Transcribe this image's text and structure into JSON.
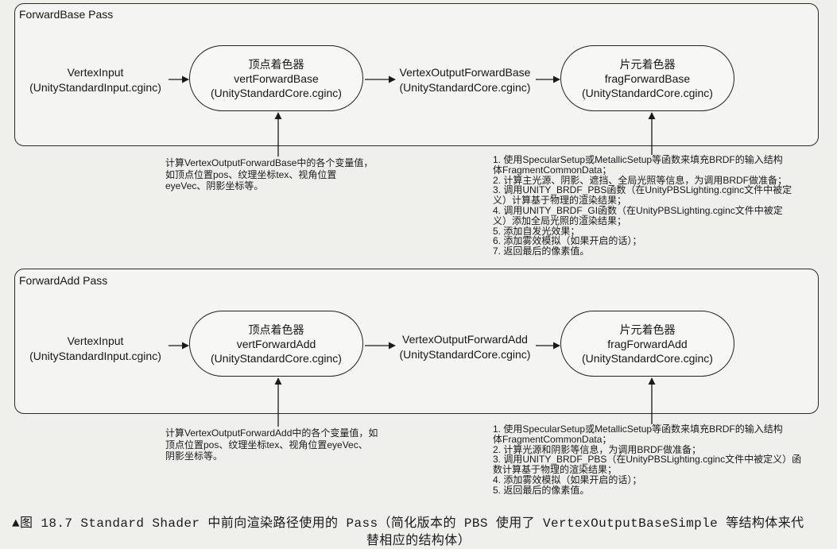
{
  "passes": [
    {
      "title": "ForwardBase Pass",
      "vertex_input": {
        "name": "VertexInput",
        "file": "(UnityStandardInput.cginc)"
      },
      "vertex_shader": {
        "label": "顶点着色器",
        "function": "vertForwardBase",
        "file": "(UnityStandardCore.cginc)"
      },
      "vertex_output": {
        "name": "VertexOutputForwardBase",
        "file": "(UnityStandardCore.cginc)"
      },
      "fragment_shader": {
        "label": "片元着色器",
        "function": "fragForwardBase",
        "file": "(UnityStandardCore.cginc)"
      },
      "vertex_note": [
        "计算VertexOutputForwardBase中的各个变量值，",
        "如顶点位置pos、纹理坐标tex、视角位置",
        "eyeVec、阴影坐标等。"
      ],
      "fragment_note": [
        "1. 使用SpecularSetup或MetallicSetup等函数来填充BRDF的输入结构",
        "体FragmentCommonData；",
        "2. 计算主光源、阴影、遮挡、全局光照等信息，为调用BRDF做准备；",
        "3. 调用UNITY_BRDF_PBS函数（在UnityPBSLighting.cginc文件中被定",
        "义）计算基于物理的渲染结果；",
        "4. 调用UNITY_BRDF_GI函数（在UnityPBSLighting.cginc文件中被定",
        "义）添加全局光照的渲染结果；",
        "5. 添加自发光效果；",
        "6. 添加雾效模拟（如果开启的话）；",
        "7. 返回最后的像素值。"
      ]
    },
    {
      "title": "ForwardAdd Pass",
      "vertex_input": {
        "name": "VertexInput",
        "file": "(UnityStandardInput.cginc)"
      },
      "vertex_shader": {
        "label": "顶点着色器",
        "function": "vertForwardAdd",
        "file": "(UnityStandardCore.cginc)"
      },
      "vertex_output": {
        "name": "VertexOutputForwardAdd",
        "file": "(UnityStandardCore.cginc)"
      },
      "fragment_shader": {
        "label": "片元着色器",
        "function": "fragForwardAdd",
        "file": "(UnityStandardCore.cginc)"
      },
      "vertex_note": [
        "计算VertexOutputForwardAdd中的各个变量值，如",
        "顶点位置pos、纹理坐标tex、视角位置eyeVec、",
        "阴影坐标等。"
      ],
      "fragment_note": [
        "1. 使用SpecularSetup或MetallicSetup等函数来填充BRDF的输入结构",
        "体FragmentCommonData；",
        "2. 计算光源和阴影等信息，为调用BRDF做准备；",
        "3. 调用UNITY_BRDF_PBS（在UnityPBSLighting.cginc文件中被定义）函",
        "数计算基于物理的渲染结果；",
        "4. 添加雾效模拟（如果开启的话）；",
        "5. 返回最后的像素值。"
      ]
    }
  ],
  "caption": {
    "line1": "▲图 18.7 Standard Shader 中前向渲染路径使用的 Pass（简化版本的 PBS 使用了 VertexOutputBaseSimple 等结构体来代",
    "line2": "替相应的结构体）"
  }
}
